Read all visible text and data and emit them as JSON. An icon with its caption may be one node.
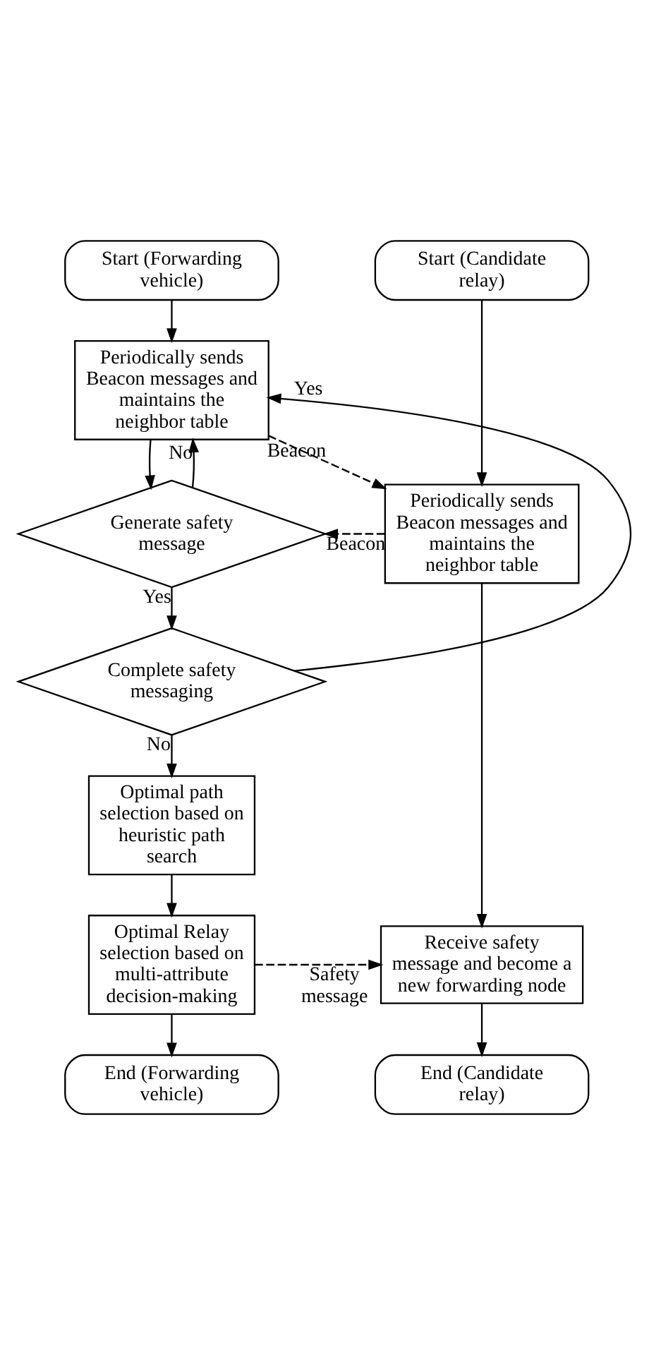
{
  "diagram": {
    "nodes": [
      {
        "text": [
          "Start (Forwarding vehicle)"
        ]
      },
      {
        "text": [
          "Periodically sends Beacon messages and maintains the neighbor table"
        ]
      },
      {
        "text": [
          "Start (Candidate relay)"
        ]
      },
      {
        "text": [
          "Periodically sends Beacon messages and maintains the neighbor table"
        ]
      },
      {
        "text": [
          "Generate safety message"
        ]
      },
      {
        "text": [
          "Complete safety messaging"
        ]
      },
      {
        "text": [
          "Optimal path selection based on heuristic path search"
        ]
      },
      {
        "text": [
          "Optimal Relay selection based on multi-attribute decision-making"
        ]
      },
      {
        "text": [
          "Receive safety message and become a new forwarding node"
        ]
      },
      {
        "text": [
          "End (Forwarding vehicle)"
        ]
      },
      {
        "text": [
          "End (Candidate relay)"
        ]
      }
    ],
    "edges": [
      {
        "from": 0,
        "to": 1,
        "arrow": "to"
      },
      {
        "from": 2,
        "to": 3,
        "arrow": "to"
      },
      {
        "from": 1,
        "to": 3,
        "arrow": "to",
        "label": "Beacon",
        "style": "dashed"
      },
      {
        "from": 3,
        "to": 4,
        "arrow": "to",
        "label": "Beacon",
        "style": "dashed"
      },
      {
        "from": 1,
        "to": 4,
        "arrow": "to"
      },
      {
        "from": 4,
        "to": 1,
        "arrow": "to",
        "label": "No"
      },
      {
        "from": 4,
        "to": 5,
        "arrow": "to",
        "label": "Yes"
      },
      {
        "from": 5,
        "to": 1,
        "arrow": "to",
        "label": "Yes"
      },
      {
        "from": 5,
        "to": 6,
        "arrow": "to",
        "label": "No"
      },
      {
        "from": 6,
        "to": 7,
        "arrow": "to"
      },
      {
        "from": 7,
        "to": 9,
        "arrow": "to"
      },
      {
        "from": 7,
        "to": 8,
        "arrow": "to",
        "label": "Safety message",
        "style": "dashed"
      },
      {
        "from": 3,
        "to": 8,
        "arrow": "to"
      },
      {
        "from": 8,
        "to": 10,
        "arrow": "to"
      }
    ]
  }
}
